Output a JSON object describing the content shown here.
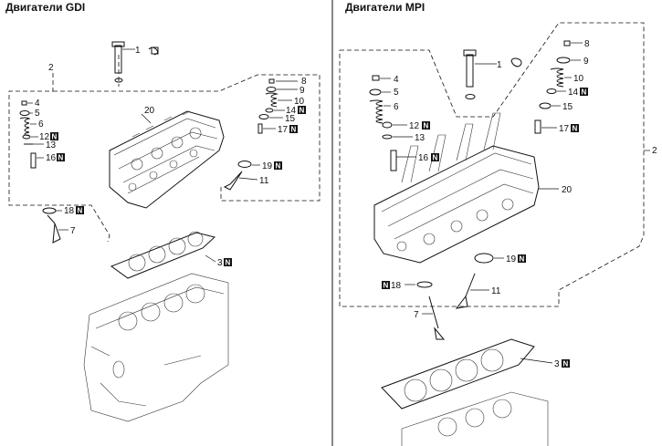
{
  "titles": {
    "gdi": "Двигатели GDI",
    "mpi": "Двигатели MPI"
  },
  "badge": "N",
  "callouts_gdi": {
    "c1": "1",
    "c2": "2",
    "c3": "3",
    "c4": "4",
    "c5": "5",
    "c6": "6",
    "c7": "7",
    "c8": "8",
    "c9": "9",
    "c10": "10",
    "c11": "11",
    "c12": "12",
    "c13": "13",
    "c14": "14",
    "c15": "15",
    "c16": "16",
    "c17": "17",
    "c18": "18",
    "c19": "19",
    "c20": "20"
  },
  "callouts_mpi": {
    "c1": "1",
    "c2": "2",
    "c3": "3",
    "c4": "4",
    "c5": "5",
    "c6": "6",
    "c7": "7",
    "c8": "8",
    "c9": "9",
    "c10": "10",
    "c11": "11",
    "c12": "12",
    "c13": "13",
    "c14": "14",
    "c15": "15",
    "c16": "16",
    "c17": "17",
    "c18": "18",
    "c19": "19",
    "c20": "20"
  }
}
